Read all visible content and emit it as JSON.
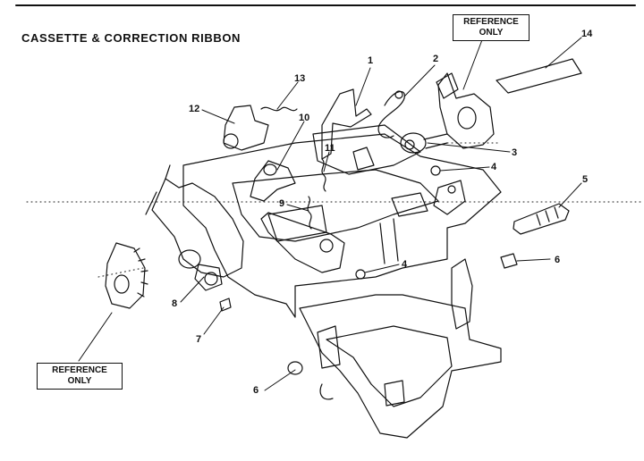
{
  "title": "CASSETTE & CORRECTION RIBBON",
  "reference_notes": [
    {
      "id": "top",
      "text": "REFERENCE\nONLY"
    },
    {
      "id": "bottom",
      "text": "REFERENCE\nONLY"
    }
  ],
  "callouts": [
    "1",
    "2",
    "3",
    "4",
    "4",
    "5",
    "6",
    "6",
    "7",
    "8",
    "9",
    "10",
    "11",
    "12",
    "13",
    "14"
  ],
  "colors": {
    "line": "#111111",
    "paper": "#ffffff"
  }
}
